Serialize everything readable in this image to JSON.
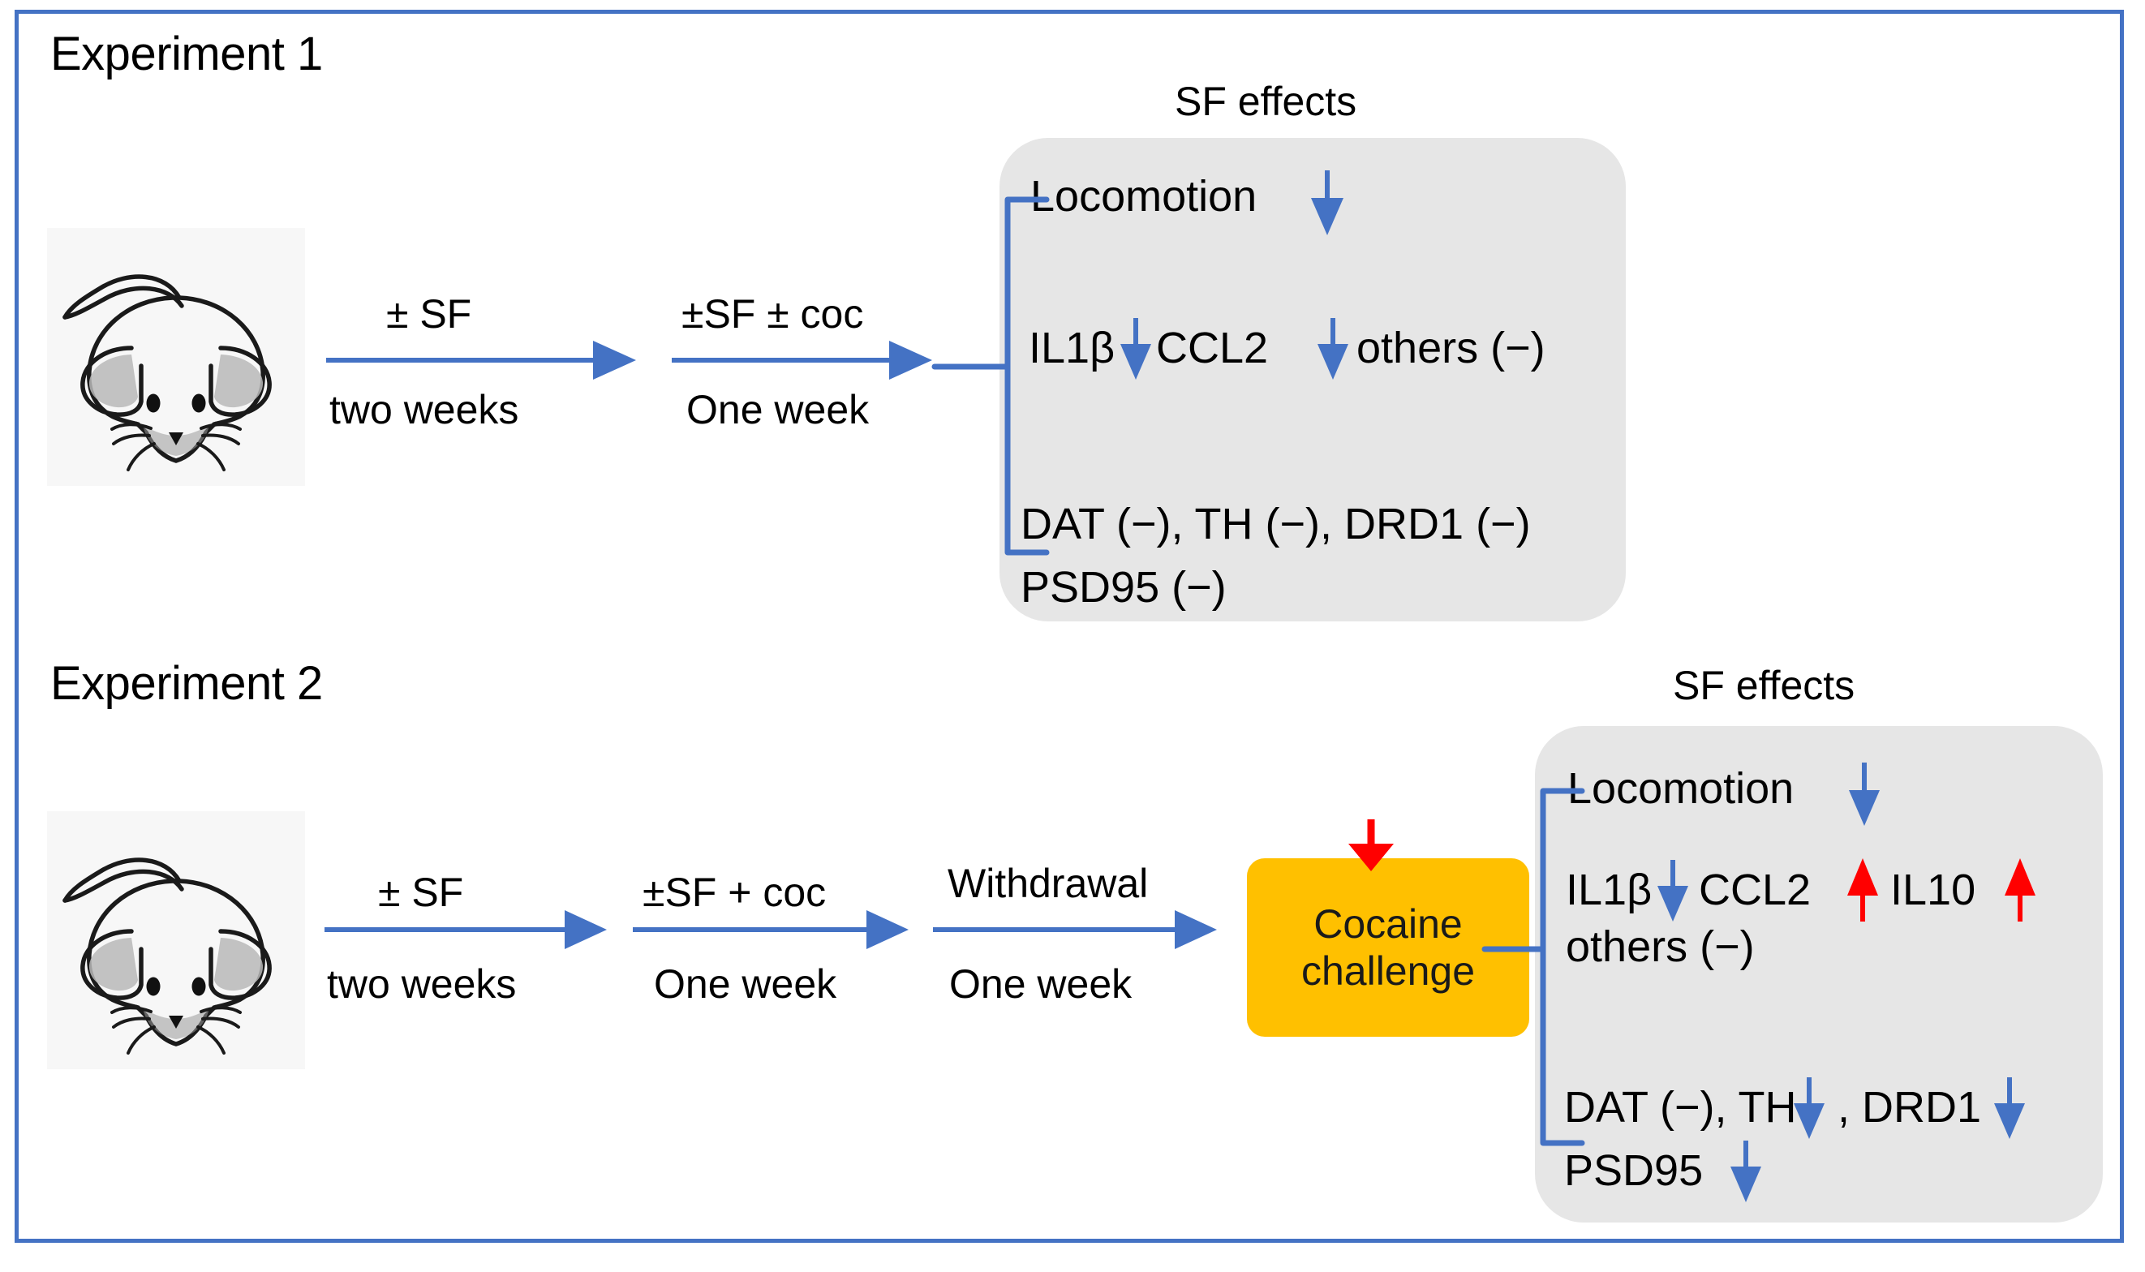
{
  "figure": {
    "frame_color": "#4472C4",
    "accent_blue": "#4472C4",
    "accent_red": "#FF0000",
    "box_grey": "#E6E6E6",
    "amber": "#FFC000"
  },
  "experiment1": {
    "title": "Experiment 1",
    "subject_icon": "mouse-illustration",
    "steps": [
      {
        "above": "± SF",
        "below": "two weeks"
      },
      {
        "above": "±SF ± coc",
        "below": "One week"
      }
    ],
    "results": {
      "heading": "SF effects",
      "lines": [
        {
          "parts": [
            {
              "text": "Locomotion",
              "arrow": "down-blue"
            }
          ]
        },
        {
          "parts": [
            {
              "text": "IL1β",
              "arrow": "down-blue"
            },
            {
              "text": "CCL2",
              "arrow": "down-blue"
            },
            {
              "text": "others (−)",
              "arrow": "none"
            }
          ]
        },
        {
          "parts": [
            {
              "text": "DAT (−), TH (−), DRD1 (−)",
              "arrow": "none"
            }
          ]
        },
        {
          "parts": [
            {
              "text": "PSD95 (−)",
              "arrow": "none"
            }
          ]
        }
      ]
    }
  },
  "experiment2": {
    "title": "Experiment 2",
    "subject_icon": "mouse-illustration",
    "steps": [
      {
        "above": "± SF",
        "below": "two weeks"
      },
      {
        "above": "±SF + coc",
        "below": "One week"
      },
      {
        "above": "Withdrawal",
        "below": "One week"
      }
    ],
    "challenge": {
      "line1": "Cocaine",
      "line2": "challenge",
      "marker": "red-down-arrow"
    },
    "results": {
      "heading": "SF effects",
      "lines": [
        {
          "parts": [
            {
              "text": "Locomotion",
              "arrow": "down-blue"
            }
          ]
        },
        {
          "parts": [
            {
              "text": "IL1β",
              "arrow": "down-blue"
            },
            {
              "text": "CCL2",
              "arrow": "up-red"
            },
            {
              "text": "IL10",
              "arrow": "up-red"
            }
          ]
        },
        {
          "parts": [
            {
              "text": "others (−)",
              "arrow": "none"
            }
          ]
        },
        {
          "parts": [
            {
              "text": "DAT (−), TH",
              "arrow": "down-blue"
            },
            {
              "text": ", DRD1",
              "arrow": "down-blue"
            }
          ]
        },
        {
          "parts": [
            {
              "text": "PSD95",
              "arrow": "down-blue"
            }
          ]
        }
      ]
    }
  }
}
